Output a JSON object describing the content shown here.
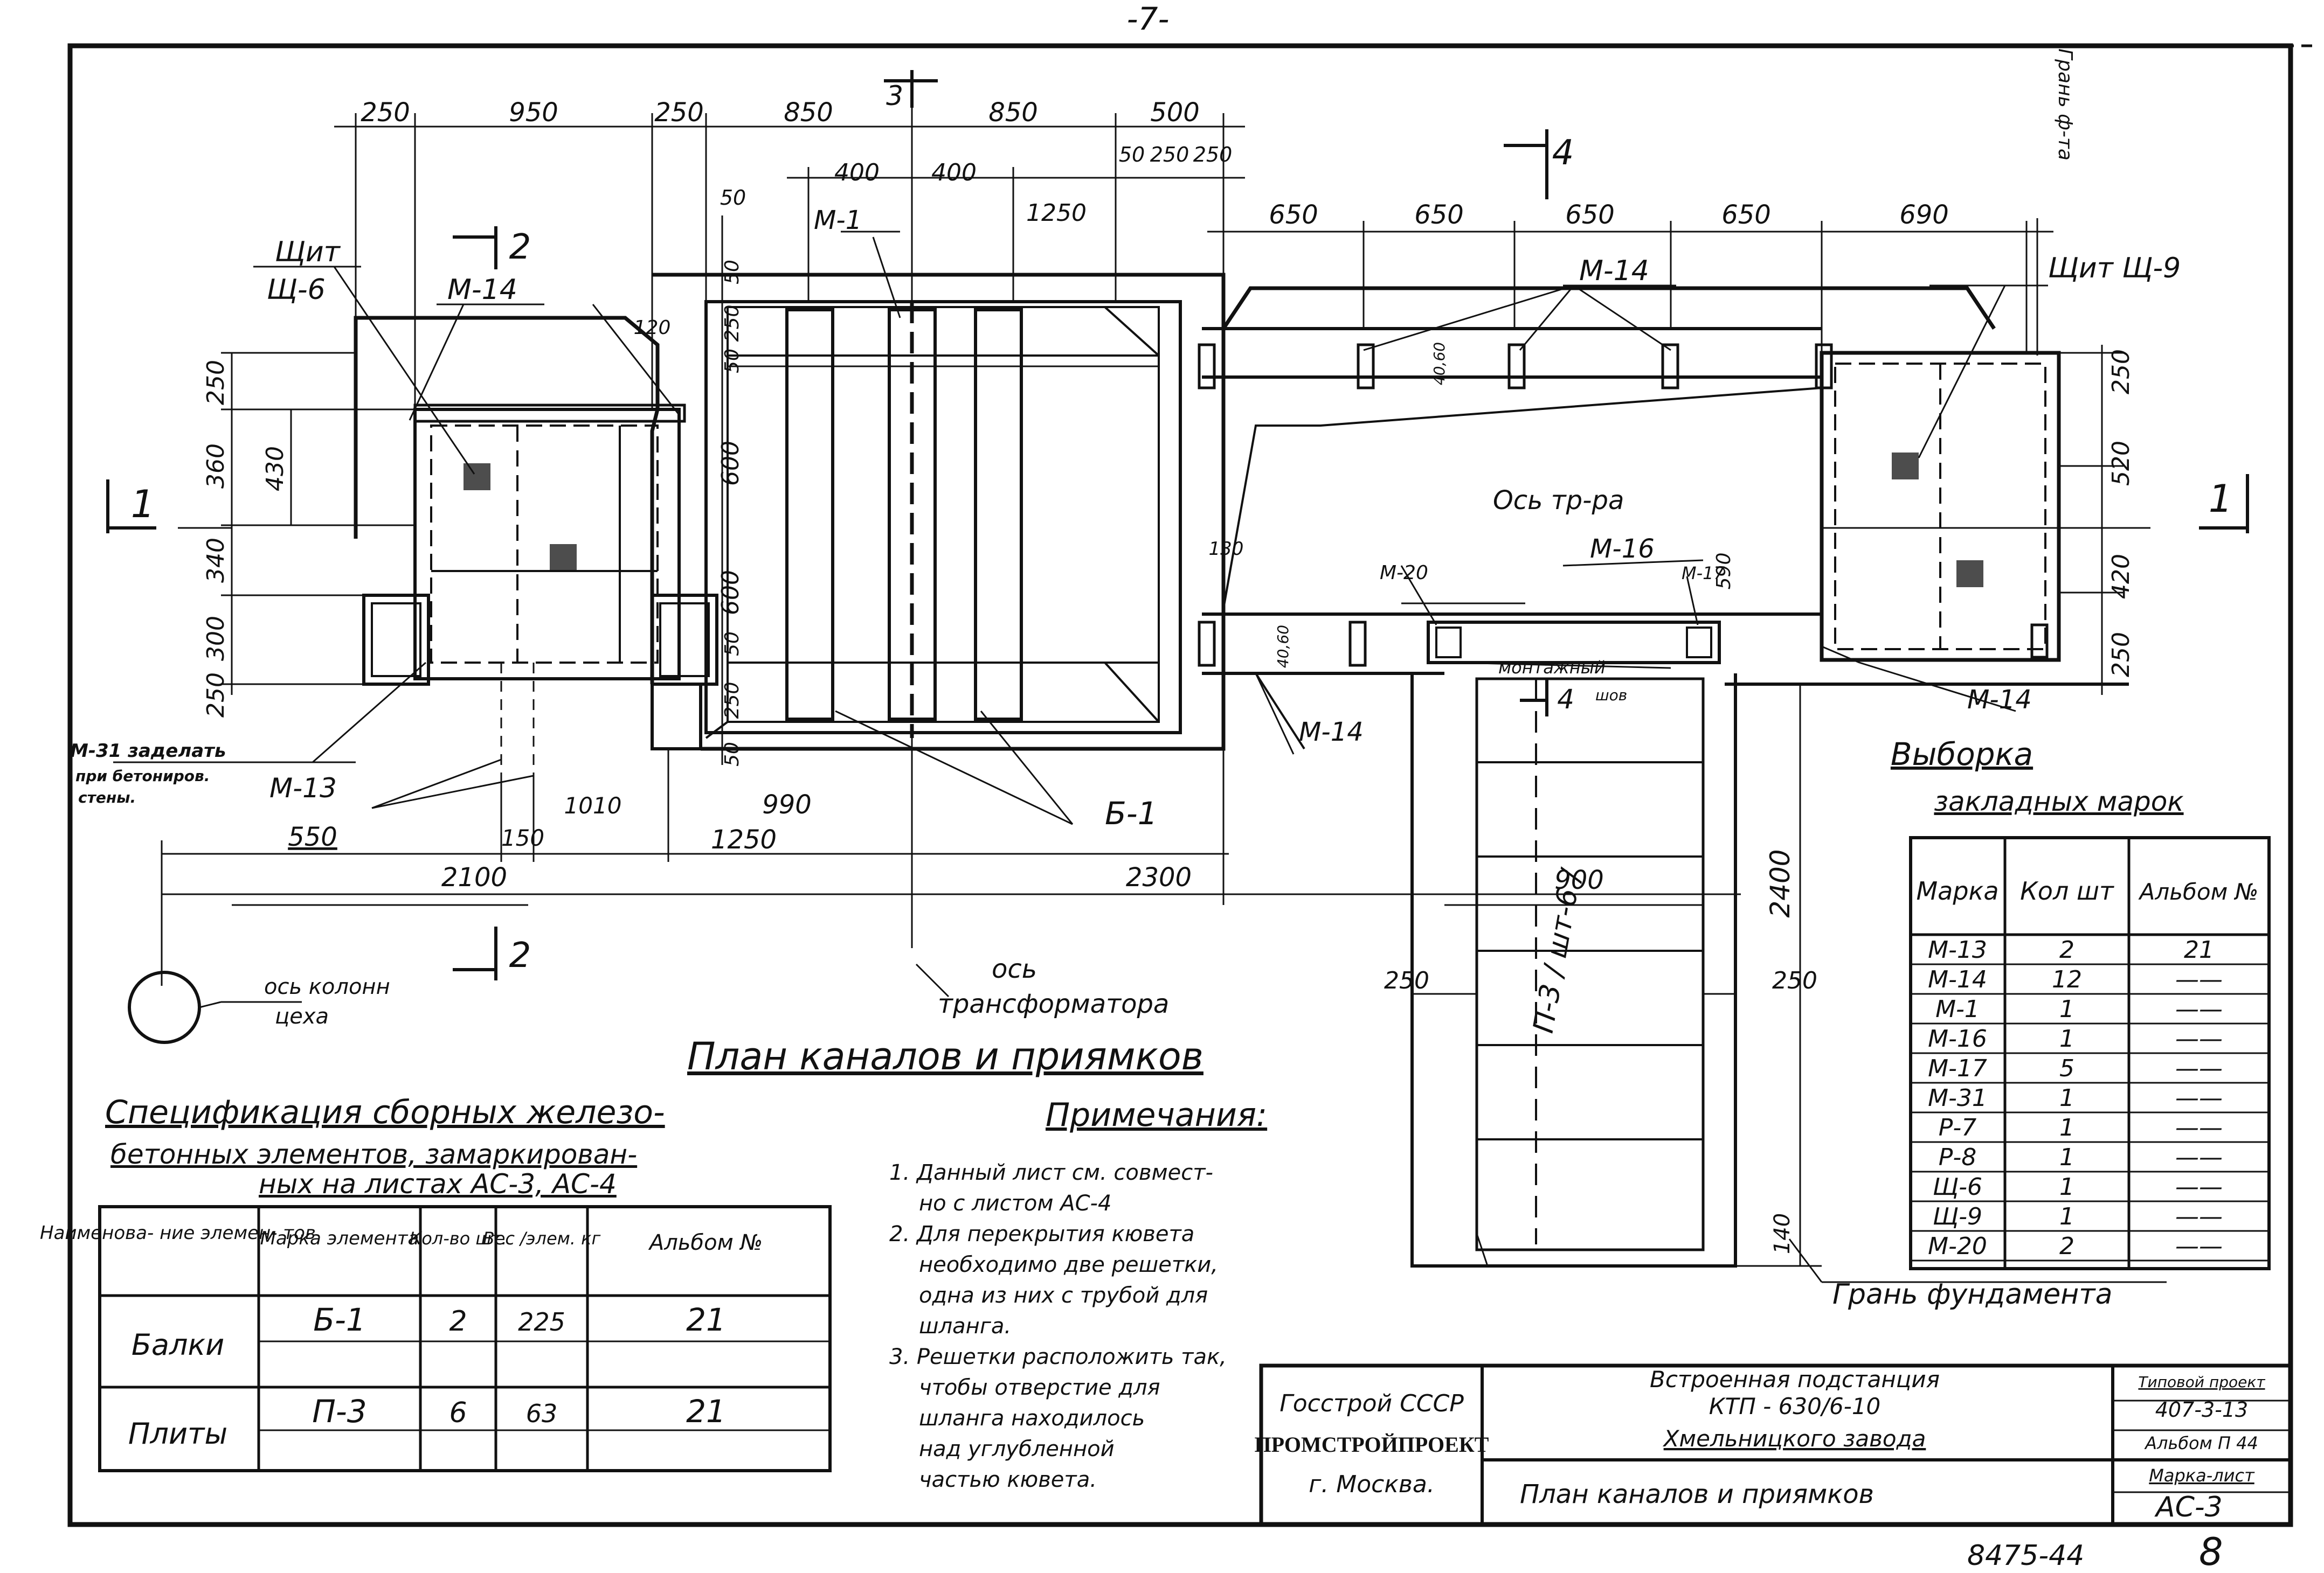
{
  "sheet": {
    "page_number": "-7-",
    "inventory_number": "8475-44",
    "corner_number": "8"
  },
  "plan": {
    "title": "План каналов и приямков",
    "top_dims": [
      "250",
      "950",
      "250",
      "850",
      "850",
      "500"
    ],
    "sub_dims": [
      "400",
      "400",
      "1250",
      "50",
      "250",
      "250",
      "50"
    ],
    "right_top_dims": [
      "650",
      "650",
      "650",
      "650",
      "690"
    ],
    "left_vert_dims": [
      "250",
      "360",
      "340",
      "300",
      "250"
    ],
    "inner_vert_dims": [
      "430"
    ],
    "mid_vert_dims": [
      "50",
      "250",
      "50",
      "600",
      "600",
      "50",
      "250",
      "50"
    ],
    "right_vert_dims": [
      "250",
      "520",
      "420",
      "250"
    ],
    "bottom_dims_row1": [
      "550",
      "150",
      "1010",
      "990",
      "1250"
    ],
    "bottom_dims_row2": [
      "2100",
      "2300"
    ],
    "pit_dims": [
      "900",
      "250",
      "250",
      "2400",
      "140"
    ],
    "small_dims": [
      "120",
      "130",
      "590",
      "40,60",
      "40,60"
    ],
    "section_marks": [
      "1",
      "1",
      "2",
      "2",
      "3",
      "4",
      "4"
    ],
    "labels": {
      "shield_left": "Щит",
      "shield_left_mark": "Щ-6",
      "shield_right": "Щит Щ-9",
      "m14_a": "М-14",
      "m14_b": "М-14",
      "m14_c": "М-14",
      "m14_d": "М-14",
      "m1": "М-1",
      "m16": "М-16",
      "m20": "М-20",
      "m17": "М-17",
      "m13": "М-13",
      "m31_note": "М-31 заделать",
      "m31_note2": "при бетониров.",
      "m31_note3": "стены.",
      "b1": "Б-1",
      "axis_tr": "Ось тр-ра",
      "axis_col_1": "ось колонн",
      "axis_col_2": "цеха",
      "axis_trans_1": "ось",
      "axis_trans_2": "трансформатора",
      "mount_1": "монтажный",
      "mount_2": "шов",
      "p3": "П-3 / шт-6 /",
      "foundation_edge": "Грань фундамента",
      "foundation_edge_top": "Грань ф-та"
    }
  },
  "selection": {
    "title_1": "Выборка",
    "title_2": "закладных марок",
    "headers": [
      "Марка",
      "Кол шт",
      "Альбом №"
    ],
    "rows": [
      {
        "mark": "М-13",
        "qty": "2",
        "album": "21"
      },
      {
        "mark": "М-14",
        "qty": "12",
        "album": "——"
      },
      {
        "mark": "М-1",
        "qty": "1",
        "album": "——"
      },
      {
        "mark": "М-16",
        "qty": "1",
        "album": "——"
      },
      {
        "mark": "М-17",
        "qty": "5",
        "album": "——"
      },
      {
        "mark": "М-31",
        "qty": "1",
        "album": "——"
      },
      {
        "mark": "Р-7",
        "qty": "1",
        "album": "——"
      },
      {
        "mark": "Р-8",
        "qty": "1",
        "album": "——"
      },
      {
        "mark": "Щ-6",
        "qty": "1",
        "album": "——"
      },
      {
        "mark": "Щ-9",
        "qty": "1",
        "album": "——"
      },
      {
        "mark": "М-20",
        "qty": "2",
        "album": "——"
      }
    ]
  },
  "spec": {
    "title_1": "Спецификация сборных железо-",
    "title_2": "бетонных элементов, замаркирован-",
    "title_3": "ных на листах АС-3, АС-4",
    "headers": [
      "Наименова- ние элемен- тов",
      "Марка элемента",
      "Кол-во шт.",
      "Вес /элем. кг",
      "Альбом №"
    ],
    "rows": [
      {
        "name": "Балки",
        "mark": "Б-1",
        "qty": "2",
        "weight": "225",
        "album": "21"
      },
      {
        "name": "Плиты",
        "mark": "П-3",
        "qty": "6",
        "weight": "63",
        "album": "21"
      }
    ]
  },
  "notes": {
    "title": "Примечания:",
    "lines": [
      "1. Данный лист см. совмест-",
      "но с листом АС-4",
      "2. Для перекрытия кювета",
      "необходимо две решетки,",
      "одна из них с трубой для",
      "шланга.",
      "3. Решетки расположить так,",
      "чтобы отверстие для",
      "шланга находилось",
      "над углубленной",
      "частью кювета."
    ]
  },
  "stamp": {
    "org_1": "Госстрой СССР",
    "org_2": "ПРОМСТРОЙПРОЕКТ",
    "org_3": "г. Москва.",
    "project_1": "Встроенная подстанция",
    "project_2": "КТП - 630/6-10",
    "project_3": "Хмельницкого завода",
    "sheet_title": "План каналов и приямков",
    "typical_project": "Типовой проект",
    "project_code": "407-3-13",
    "album": "Альбом П 44",
    "mark_sheet": "Марка-лист",
    "sheet_code": "АС-3"
  }
}
